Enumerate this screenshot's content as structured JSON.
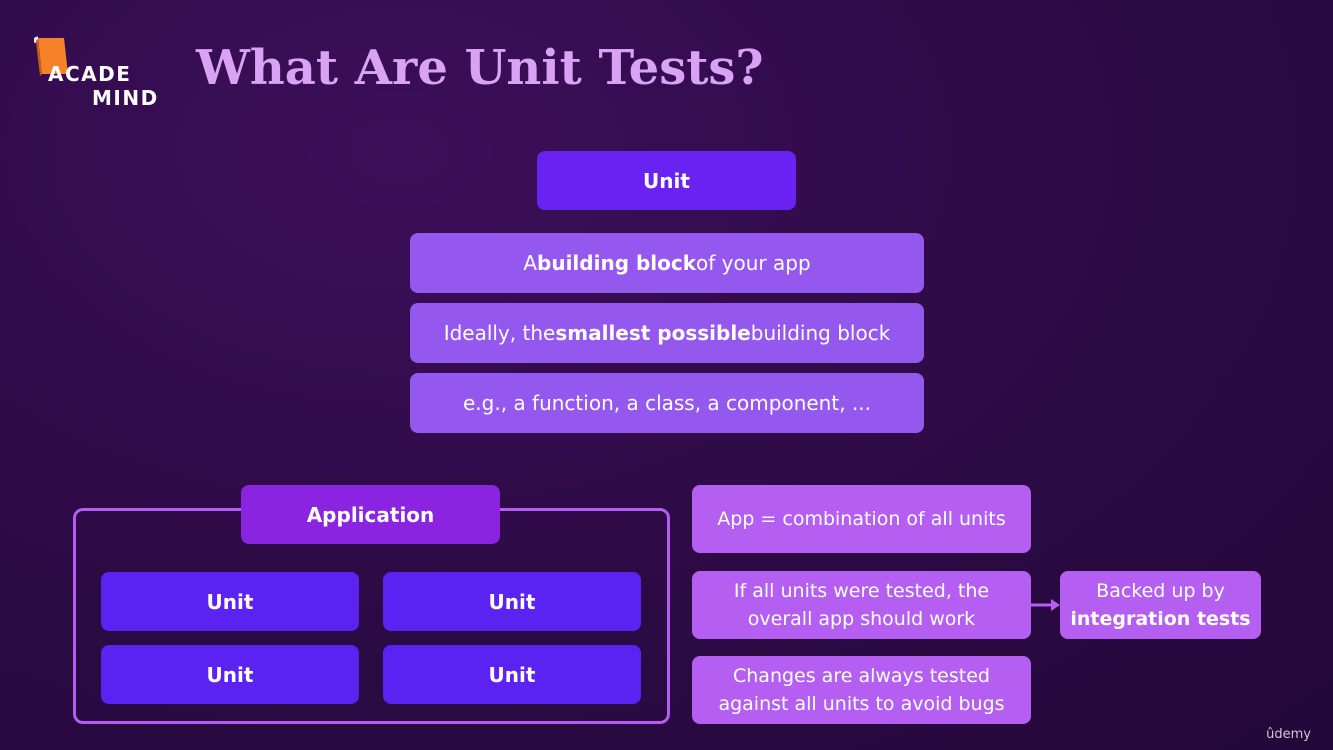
{
  "logo": {
    "line1": "ACADE",
    "line2": "MIND"
  },
  "title": "What Are Unit Tests?",
  "unit_header": "Unit",
  "definitions": [
    {
      "pre": "A ",
      "bold": "building block",
      "post": " of your app"
    },
    {
      "pre": "Ideally, the ",
      "bold": "smallest possible",
      "post": " building block"
    },
    {
      "pre": "e.g., a function, a class, a component, ...",
      "bold": "",
      "post": ""
    }
  ],
  "application": {
    "label": "Application",
    "units": [
      "Unit",
      "Unit",
      "Unit",
      "Unit"
    ]
  },
  "info": [
    "App = combination of all units",
    "If all units were tested, the overall app should work",
    "Changes are always tested against all units to avoid bugs"
  ],
  "backed": {
    "pre": "Backed up by",
    "bold": "integration tests"
  },
  "watermark": "ûdemy",
  "colors": {
    "title": "#d9a2f5",
    "unit": "#6a22f2",
    "definition": "#9558ef",
    "application": "#8a24e0",
    "info": "#b45ff2",
    "logo_accent": "#f5822a"
  }
}
